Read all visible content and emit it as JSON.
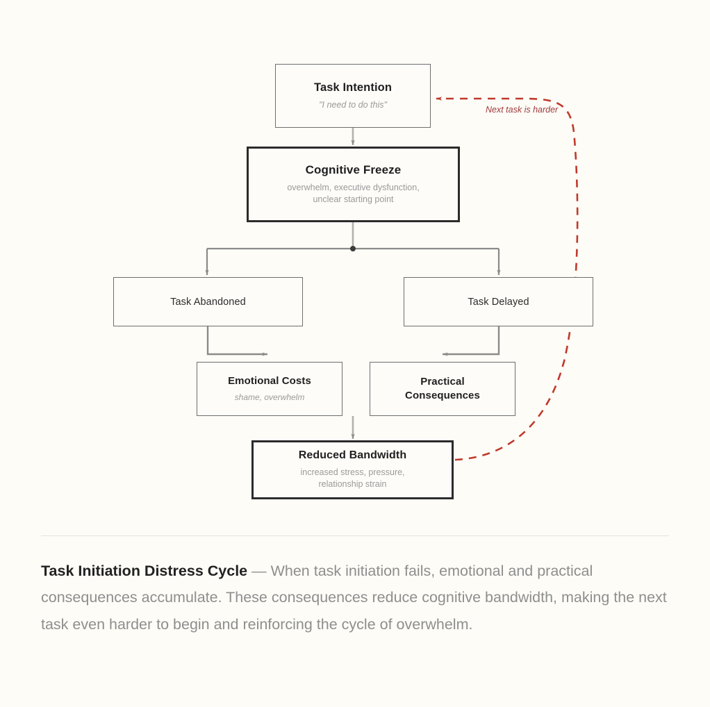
{
  "diagram": {
    "title": "Task Initiation Distress Cycle",
    "nodes": [
      {
        "id": "task-intention",
        "title": "Task Intention",
        "subtitle": "\"I need to do this\"",
        "style": "normal"
      },
      {
        "id": "cognitive-freeze",
        "title": "Cognitive Freeze",
        "subtitle": "overwhelm, executive dysfunction,\nunclear starting point",
        "style": "emphasis"
      },
      {
        "id": "task-abandoned",
        "title": "Task Abandoned",
        "subtitle": "",
        "style": "normal"
      },
      {
        "id": "task-delayed",
        "title": "Task Delayed",
        "subtitle": "",
        "style": "normal"
      },
      {
        "id": "emotional-costs",
        "title": "Emotional Costs",
        "subtitle": "shame, overwhelm",
        "style": "normal"
      },
      {
        "id": "practical-consequences",
        "title": "Practical\nConsequences",
        "subtitle": "",
        "style": "normal"
      },
      {
        "id": "reduced-bandwidth",
        "title": "Reduced Bandwidth",
        "subtitle": "increased stress, pressure,\nrelationship strain",
        "style": "emphasis"
      }
    ],
    "edges": [
      {
        "from": "task-intention",
        "to": "cognitive-freeze",
        "label": ""
      },
      {
        "from": "cognitive-freeze",
        "to": "task-abandoned",
        "label": ""
      },
      {
        "from": "cognitive-freeze",
        "to": "task-delayed",
        "label": ""
      },
      {
        "from": "task-abandoned",
        "to": "emotional-costs",
        "label": ""
      },
      {
        "from": "task-delayed",
        "to": "practical-consequences",
        "label": ""
      },
      {
        "from": "emotional-costs",
        "to": "reduced-bandwidth",
        "label": ""
      },
      {
        "from": "reduced-bandwidth",
        "to": "task-intention",
        "label": "Next task is harder",
        "style": "dashed-feedback"
      }
    ],
    "loop_label": "Next task is harder",
    "colors": {
      "background": "#fdfcf7",
      "node_fill": "#fdfcf8",
      "node_border": "#6e6e6e",
      "node_border_emphasis": "#2b2b2b",
      "connector": "#8a8a8a",
      "feedback": "#c0392b",
      "feedback_label": "#9e3b3b",
      "title_text": "#1f1f1f",
      "subtitle_text": "#9a9a9a",
      "caption_text": "#8e8e8e",
      "divider": "#e6e3db"
    }
  },
  "caption": {
    "term": "Task Initiation Distress Cycle",
    "dash": " — ",
    "body": "When task initiation fails, emotional and practical consequences accumulate. These consequences reduce cognitive bandwidth, making the next task even harder to begin and reinforcing the cycle of overwhelm."
  }
}
